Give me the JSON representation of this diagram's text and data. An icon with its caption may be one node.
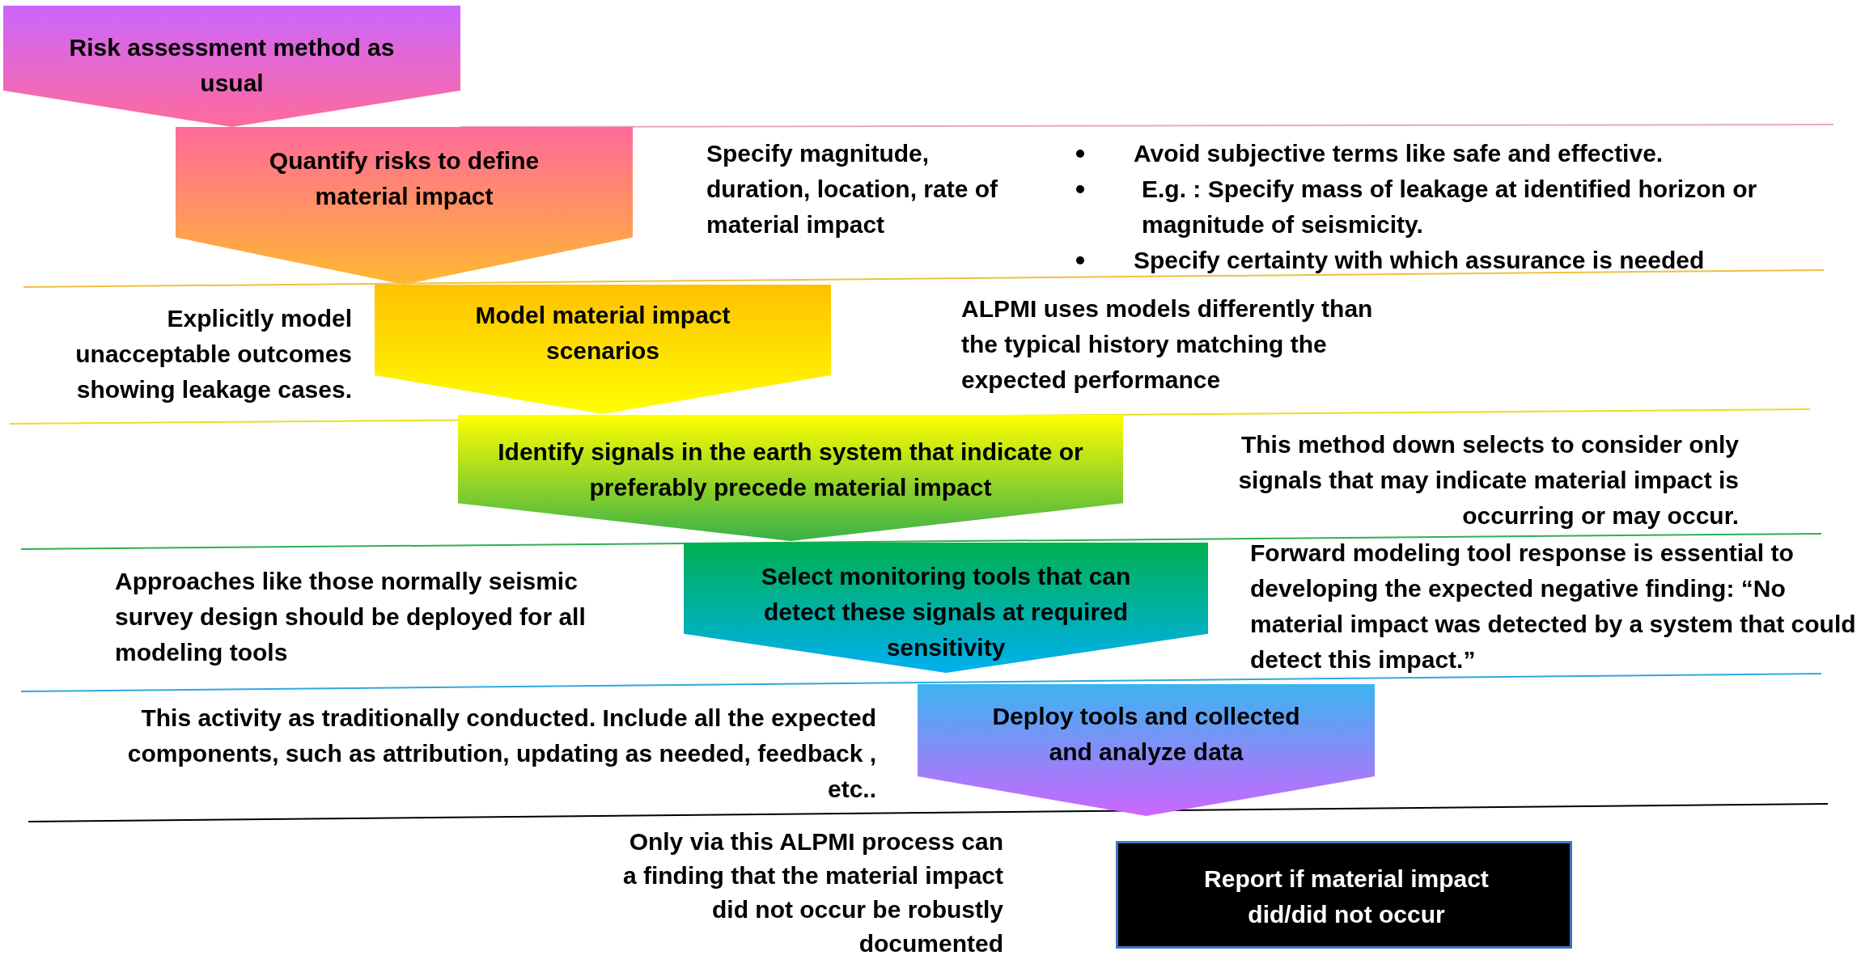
{
  "diagram": {
    "nodes": [
      {
        "text": [
          "Risk assessment method as usual"
        ]
      },
      {
        "text": [
          "Quantify risks to define material impact"
        ]
      },
      {
        "text": [
          "Model material impact scenarios"
        ]
      },
      {
        "text": [
          "Identify signals in the earth system that indicate or preferably precede material impact"
        ]
      },
      {
        "text": [
          "Select monitoring tools that can detect these signals at required sensitivity"
        ]
      },
      {
        "text": [
          "Deploy tools and collected and analyze data"
        ]
      },
      {
        "text": [
          "Report if material impact did/did not occur"
        ]
      }
    ],
    "labels": [
      "Specify magnitude, duration, location, rate of material impact",
      "Avoid subjective terms like safe and effective.",
      "E.g. : Specify mass of leakage at identified horizon or magnitude of seismicity.",
      "Specify certainty with which assurance is needed",
      "Explicitly model unacceptable outcomes showing leakage cases.",
      "ALPMI uses models differently than the typical history matching the expected performance",
      "This method down selects to consider only signals that may indicate material impact is occurring or may occur.",
      "Approaches like those normally seismic survey design should be deployed for all modeling tools",
      "Forward modeling tool response is essential to developing the expected negative finding: “No material impact was detected by a system that could detect this impact.”",
      "This activity as traditionally conducted. Include all the expected components, such as attribution, updating as needed, feedback , etc..",
      "Only via this ALPMI process can a finding that the material impact did not occur be robustly documented"
    ]
  }
}
